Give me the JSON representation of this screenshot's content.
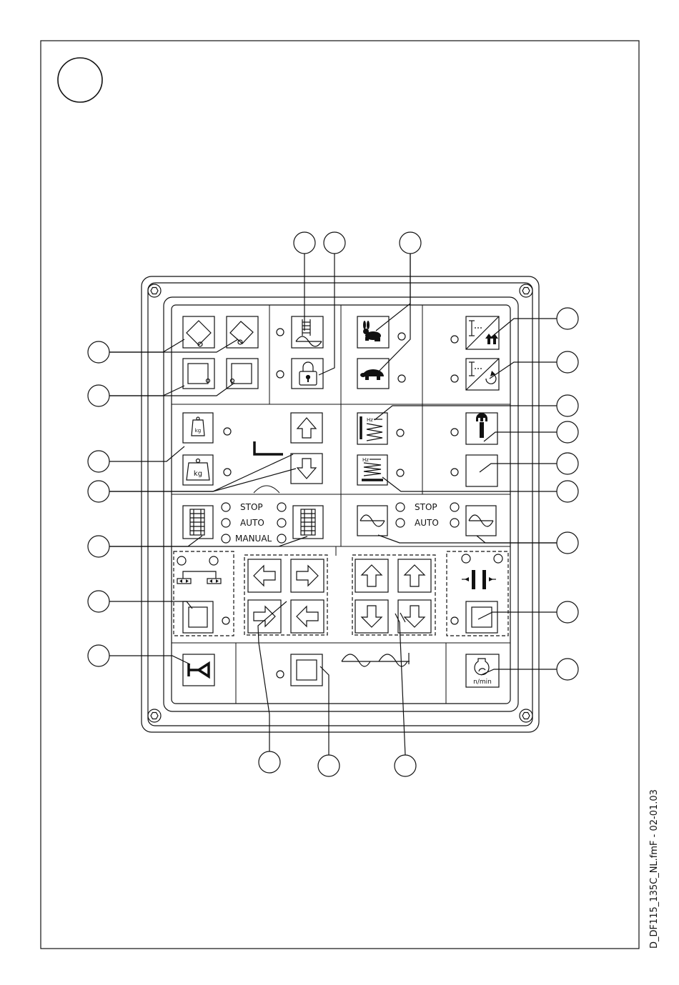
{
  "document": {
    "file_reference": "D_DF115_135C_NL.fmF - 02-01.03"
  },
  "panel": {
    "legend_top": {
      "stop": "STOP",
      "auto": "AUTO",
      "manual": "MANUAL"
    },
    "legend_right": {
      "stop": "STOP",
      "auto": "AUTO"
    },
    "weight_unit": "kg",
    "frequency_unit": "Hz",
    "rpm_unit": "n/min"
  },
  "icons": [
    "speed-fast-rabbit-icon",
    "speed-slow-tortoise-icon",
    "lock-icon",
    "ladder-icon",
    "weight-icon",
    "spanner-icon",
    "horn-icon",
    "vibration-icon",
    "arrow-up-icon",
    "arrow-down-icon",
    "arrow-left-icon",
    "arrow-right-icon",
    "tachometer-icon"
  ],
  "colors": {
    "line": "#111111",
    "background": "#ffffff"
  }
}
